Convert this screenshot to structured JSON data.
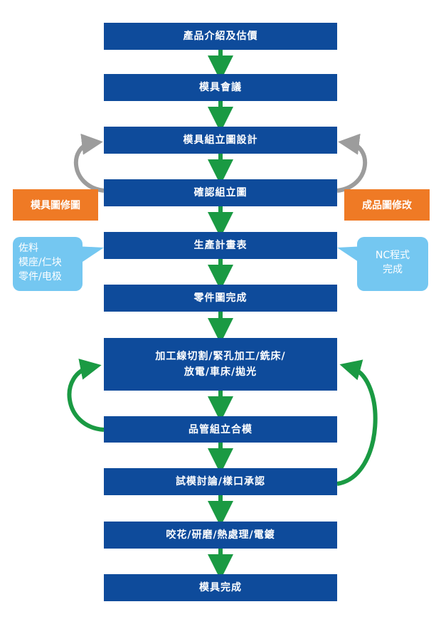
{
  "steps": [
    "產品介紹及估價",
    "模具會議",
    "模具組立圖設計",
    "確認組立圖",
    "生產計畫表",
    "零件圖完成",
    "加工線切割/緊孔加工/銑床/\n放電/車床/拋光",
    "品管組立合模",
    "試模討論/樣口承認",
    "咬花/研磨/熱處理/電鍍",
    "模具完成"
  ],
  "side_notes": {
    "left_orange": "模具圖修圖",
    "right_orange": "成品圖修改",
    "left_blue": "佐料\n模座/仁块\n零件/电极",
    "right_blue": "NC程式\n完成"
  },
  "colors": {
    "step_box": "#0e4b9b",
    "down_arrow": "#1a9a43",
    "loop_arrow_gray": "#9c9c9c",
    "loop_arrow_green": "#1a9a43",
    "orange_note": "#ef7a25",
    "blue_note": "#74c7f1"
  }
}
